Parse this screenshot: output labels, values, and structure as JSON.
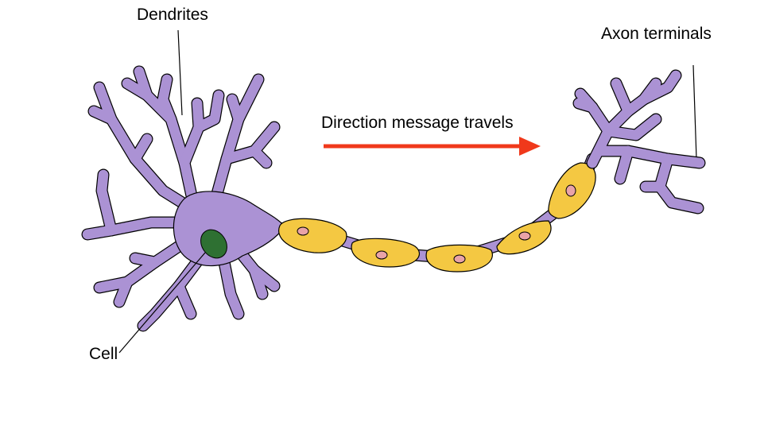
{
  "labels": {
    "dendrites": "Dendrites",
    "axon_terminals": "Axon terminals",
    "direction": "Direction message travels",
    "cell": "Cell"
  },
  "colors": {
    "neuron_body": "#ab92d4",
    "cell_nucleus": "#2e7032",
    "myelin_sheath": "#f4c842",
    "schwann_nucleus": "#e9a3a8",
    "arrow": "#f0391b"
  }
}
